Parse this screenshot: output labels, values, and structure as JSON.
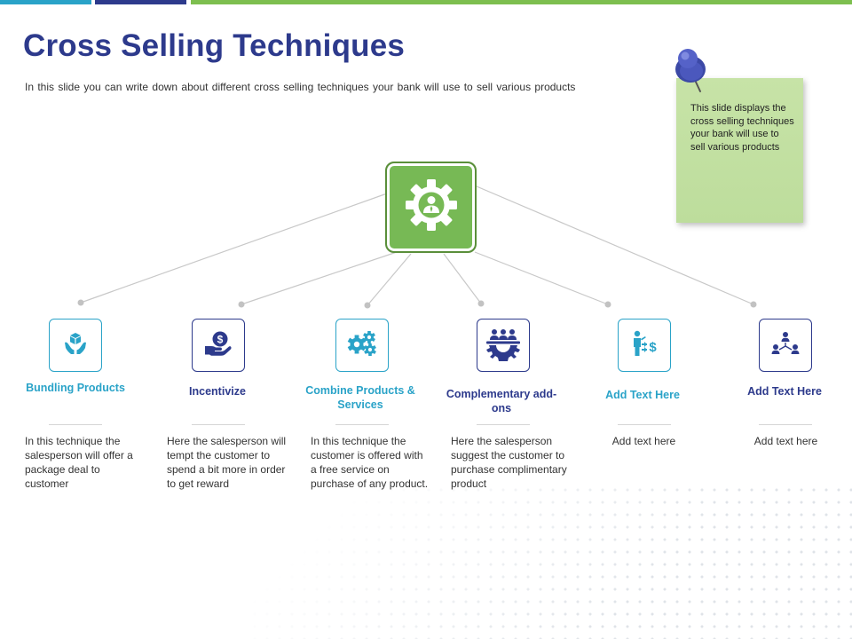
{
  "header": {
    "title": "Cross Selling Techniques",
    "subtitle": "In this slide you can write down about different  cross selling techniques your bank will use to sell various  products"
  },
  "center": {
    "icon": "gear-person-icon"
  },
  "items": [
    {
      "label": "Bundling Products",
      "icon": "box-hands-icon",
      "text": "In this technique the salesperson will offer a package deal to customer"
    },
    {
      "label": "Incentivize",
      "icon": "dollar-hand-icon",
      "text": "Here the salesperson will tempt the customer to spend a bit more in order to get reward"
    },
    {
      "label": "Combine Products & Services",
      "icon": "gears-icon",
      "text": "In this technique the customer is offered with a free service on purchase of any product."
    },
    {
      "label": "Complementary add-ons",
      "icon": "team-gear-icon",
      "text": "Here the salesperson suggest the customer to purchase complimentary product"
    },
    {
      "label": "Add Text Here",
      "icon": "presenter-dollar-icon",
      "text": "Add text here"
    },
    {
      "label": "Add Text Here",
      "icon": "network-people-icon",
      "text": "Add text here"
    }
  ],
  "note": {
    "text": "This slide displays the cross selling techniques your bank will use to sell various products",
    "icon": "pushpin-icon"
  },
  "colors": {
    "navy": "#2d3a8c",
    "teal": "#2aa3c8",
    "green": "#77b955",
    "note": "#c3e0a2"
  }
}
